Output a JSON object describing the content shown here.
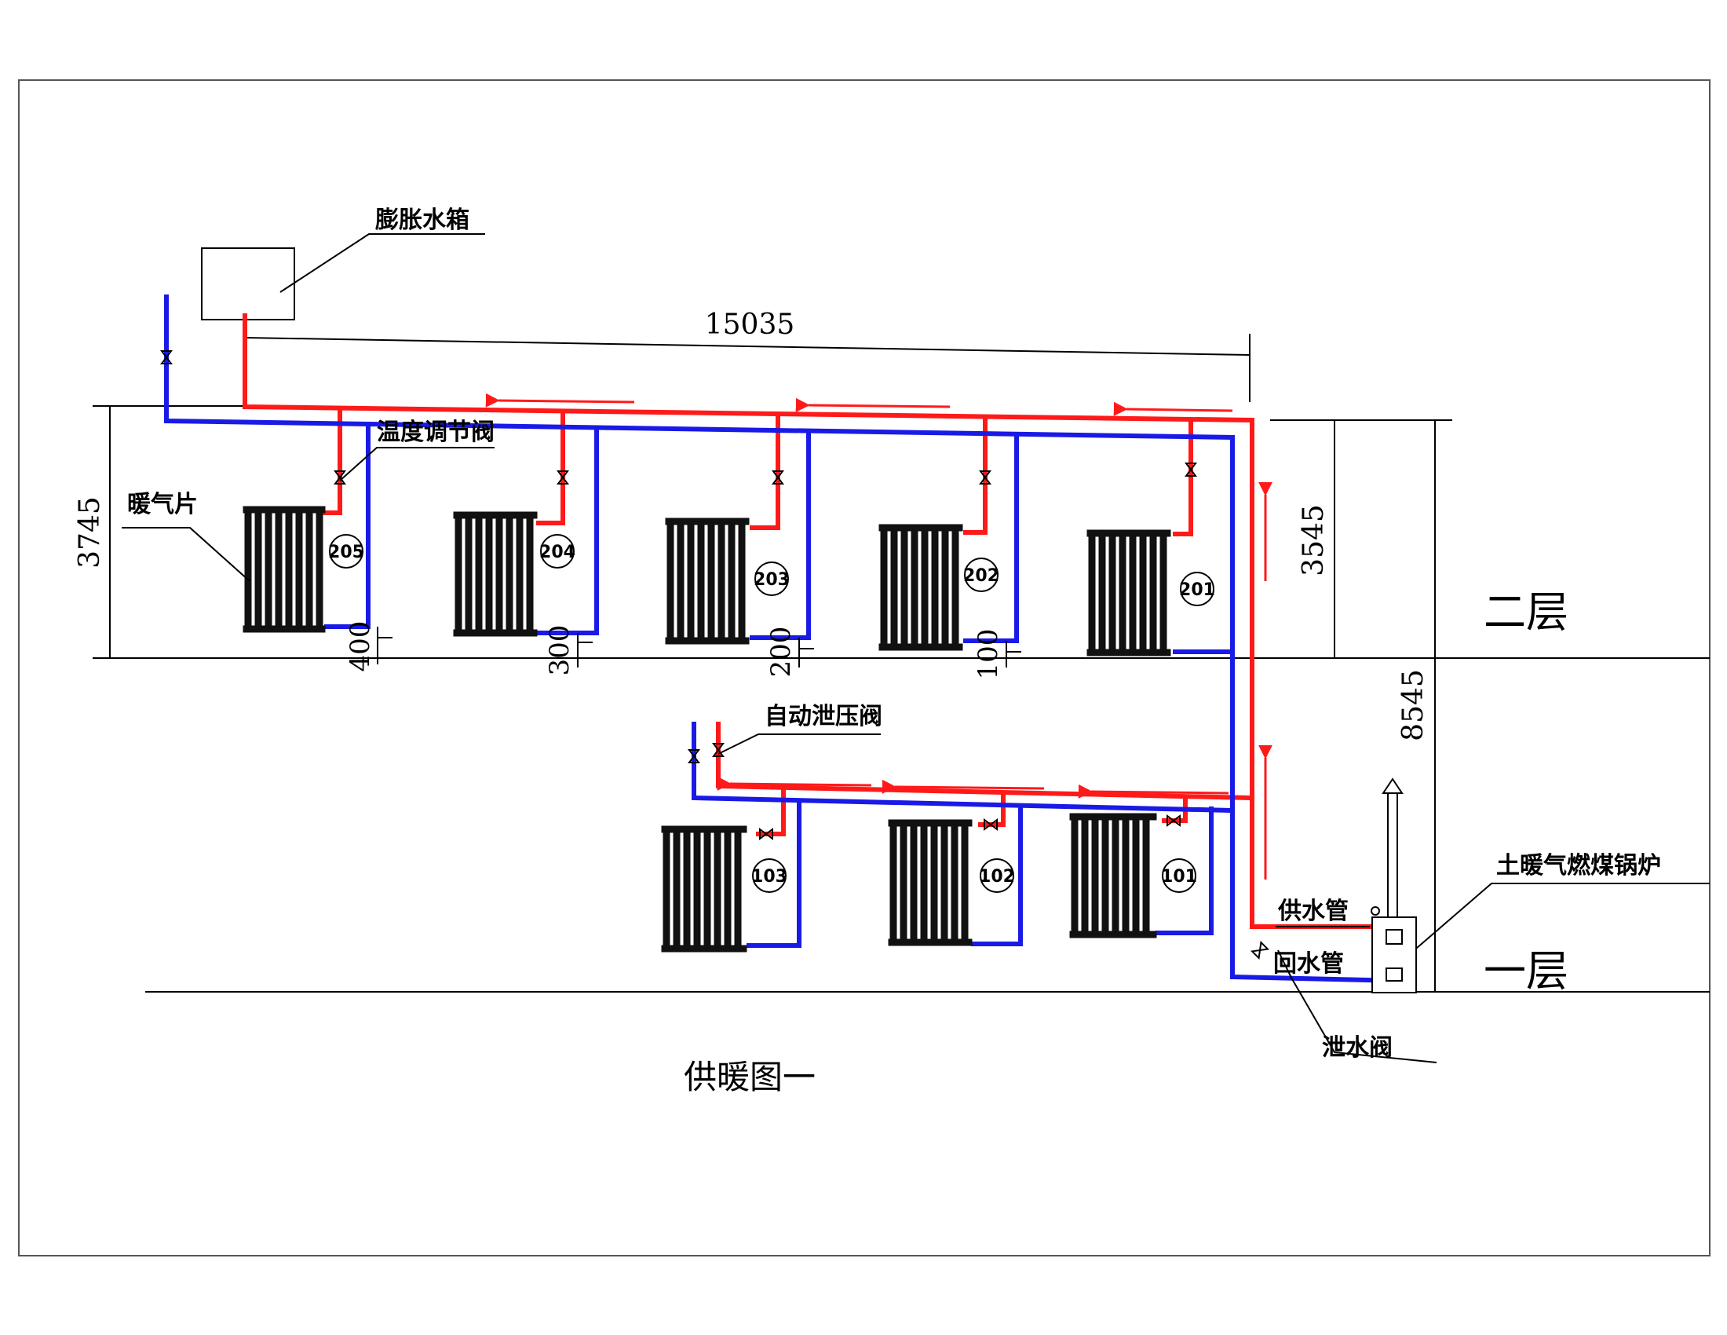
{
  "title": "供暖图一",
  "colors": {
    "supply": "#ff1a1a",
    "return": "#1a1ae6",
    "line": "#000000"
  },
  "labels": {
    "expansion_tank": "膨胀水箱",
    "temp_valve": "温度调节阀",
    "radiator": "暖气片",
    "auto_relief_valve": "自动泄压阀",
    "supply_pipe": "供水管",
    "return_pipe": "回水管",
    "drain_valve": "泄水阀",
    "boiler": "土暖气燃煤锅炉",
    "floor2": "二层",
    "floor1": "一层"
  },
  "dimensions": {
    "length_top": "15035",
    "h_left": "3745",
    "h_right": "3545",
    "h_total": "8545",
    "offsets": [
      "400",
      "300",
      "200",
      "100"
    ]
  },
  "radiators": {
    "floor2": [
      "205",
      "204",
      "203",
      "202",
      "201"
    ],
    "floor1": [
      "103",
      "102",
      "101"
    ]
  }
}
